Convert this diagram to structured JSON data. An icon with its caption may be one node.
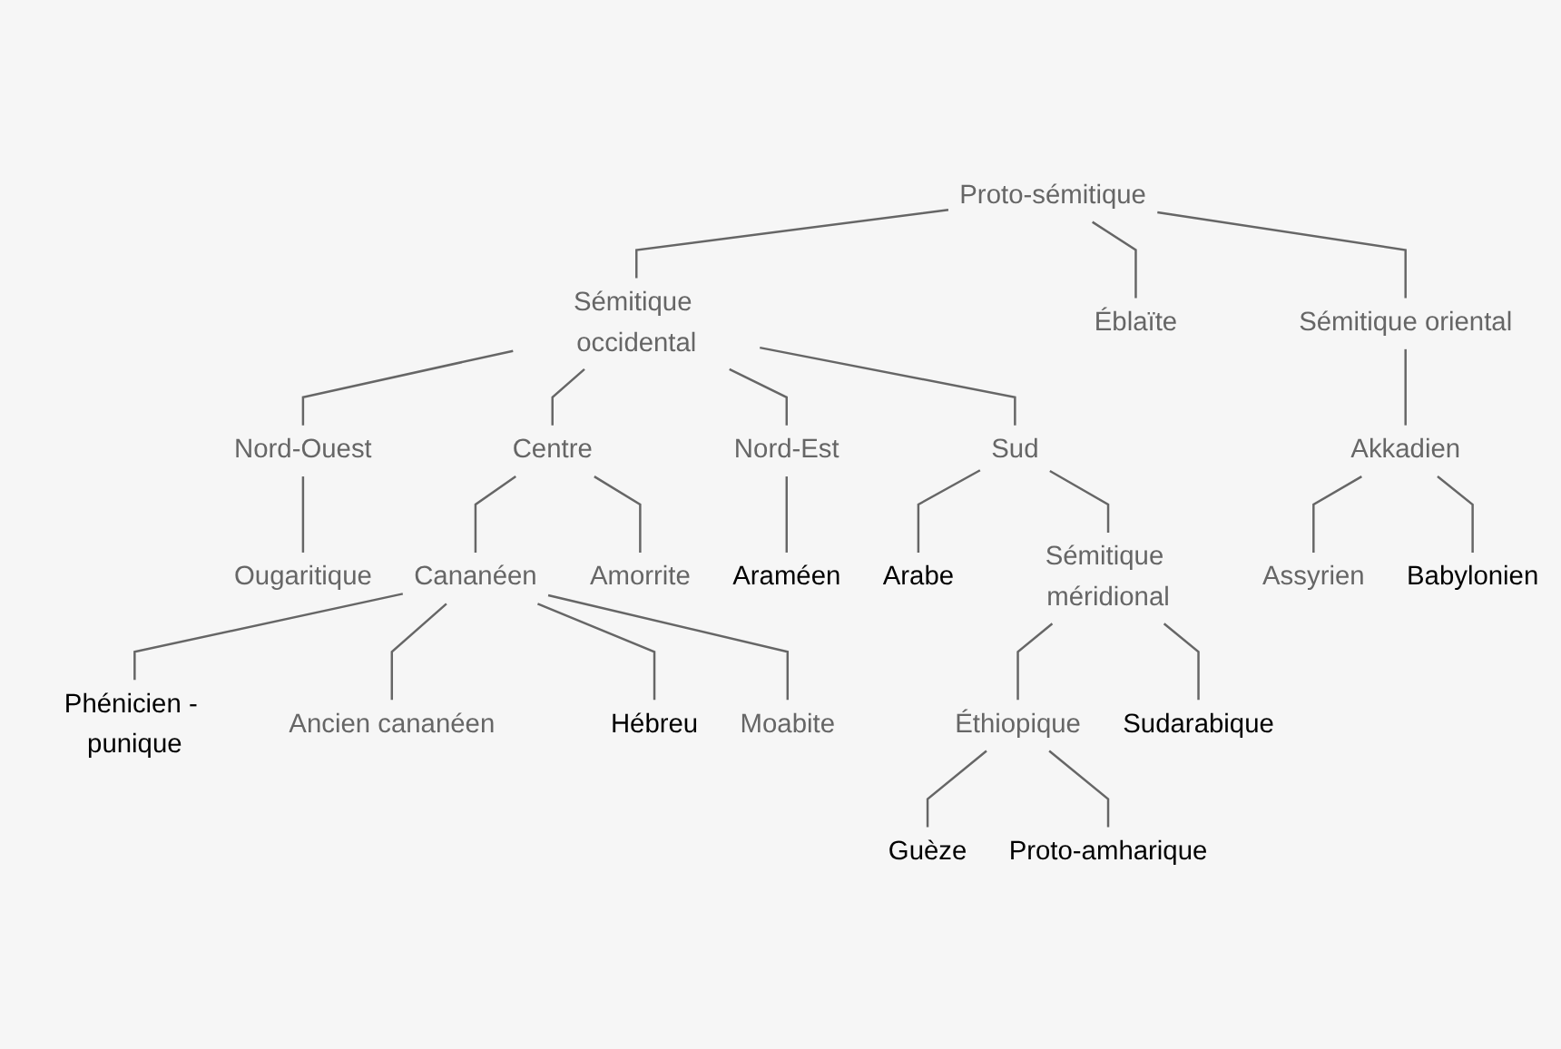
{
  "diagram": {
    "nodes": [
      {
        "text": [
          "Proto-sémitique"
        ]
      },
      {
        "text": [
          "Sémitique occidental"
        ]
      },
      {
        "text": [
          "Éblaïte"
        ]
      },
      {
        "text": [
          "Sémitique oriental"
        ]
      },
      {
        "text": [
          "Nord-Ouest"
        ]
      },
      {
        "text": [
          "Centre"
        ]
      },
      {
        "text": [
          "Nord-Est"
        ]
      },
      {
        "text": [
          "Sud"
        ]
      },
      {
        "text": [
          "Akkadien"
        ]
      },
      {
        "text": [
          "Ougaritique"
        ]
      },
      {
        "text": [
          "Araméen"
        ]
      },
      {
        "text": [
          "Assyrien"
        ]
      },
      {
        "text": [
          "Babylonien"
        ]
      },
      {
        "text": [
          "Cananéen"
        ]
      },
      {
        "text": [
          "Amorrite"
        ]
      },
      {
        "text": [
          "Arabe"
        ]
      },
      {
        "text": [
          "Sémitique méridional"
        ]
      },
      {
        "text": [
          "Phénicien - punique"
        ]
      },
      {
        "text": [
          "Ancien cananéen"
        ]
      },
      {
        "text": [
          "Hébreu"
        ]
      },
      {
        "text": [
          "Moabite"
        ]
      },
      {
        "text": [
          "Éthiopique"
        ]
      },
      {
        "text": [
          "Sudarabique"
        ]
      },
      {
        "text": [
          "Guèze"
        ]
      },
      {
        "text": [
          "Proto-amharique"
        ]
      }
    ],
    "edges": [
      {
        "from": 0,
        "to": 1,
        "arrow": "none"
      },
      {
        "from": 0,
        "to": 2,
        "arrow": "none"
      },
      {
        "from": 0,
        "to": 3,
        "arrow": "none"
      },
      {
        "from": 1,
        "to": 4,
        "arrow": "none"
      },
      {
        "from": 1,
        "to": 5,
        "arrow": "none"
      },
      {
        "from": 1,
        "to": 6,
        "arrow": "none"
      },
      {
        "from": 1,
        "to": 7,
        "arrow": "none"
      },
      {
        "from": 3,
        "to": 8,
        "arrow": "none"
      },
      {
        "from": 4,
        "to": 9,
        "arrow": "none"
      },
      {
        "from": 6,
        "to": 10,
        "arrow": "none"
      },
      {
        "from": 8,
        "to": 11,
        "arrow": "none"
      },
      {
        "from": 8,
        "to": 12,
        "arrow": "none"
      },
      {
        "from": 5,
        "to": 13,
        "arrow": "none"
      },
      {
        "from": 5,
        "to": 14,
        "arrow": "none"
      },
      {
        "from": 7,
        "to": 15,
        "arrow": "none"
      },
      {
        "from": 7,
        "to": 16,
        "arrow": "none"
      },
      {
        "from": 13,
        "to": 17,
        "arrow": "none"
      },
      {
        "from": 13,
        "to": 18,
        "arrow": "none"
      },
      {
        "from": 13,
        "to": 19,
        "arrow": "none"
      },
      {
        "from": 13,
        "to": 20,
        "arrow": "none"
      },
      {
        "from": 16,
        "to": 21,
        "arrow": "none"
      },
      {
        "from": 16,
        "to": 22,
        "arrow": "none"
      },
      {
        "from": 21,
        "to": 23,
        "arrow": "none"
      },
      {
        "from": 21,
        "to": 24,
        "arrow": "none"
      }
    ]
  }
}
